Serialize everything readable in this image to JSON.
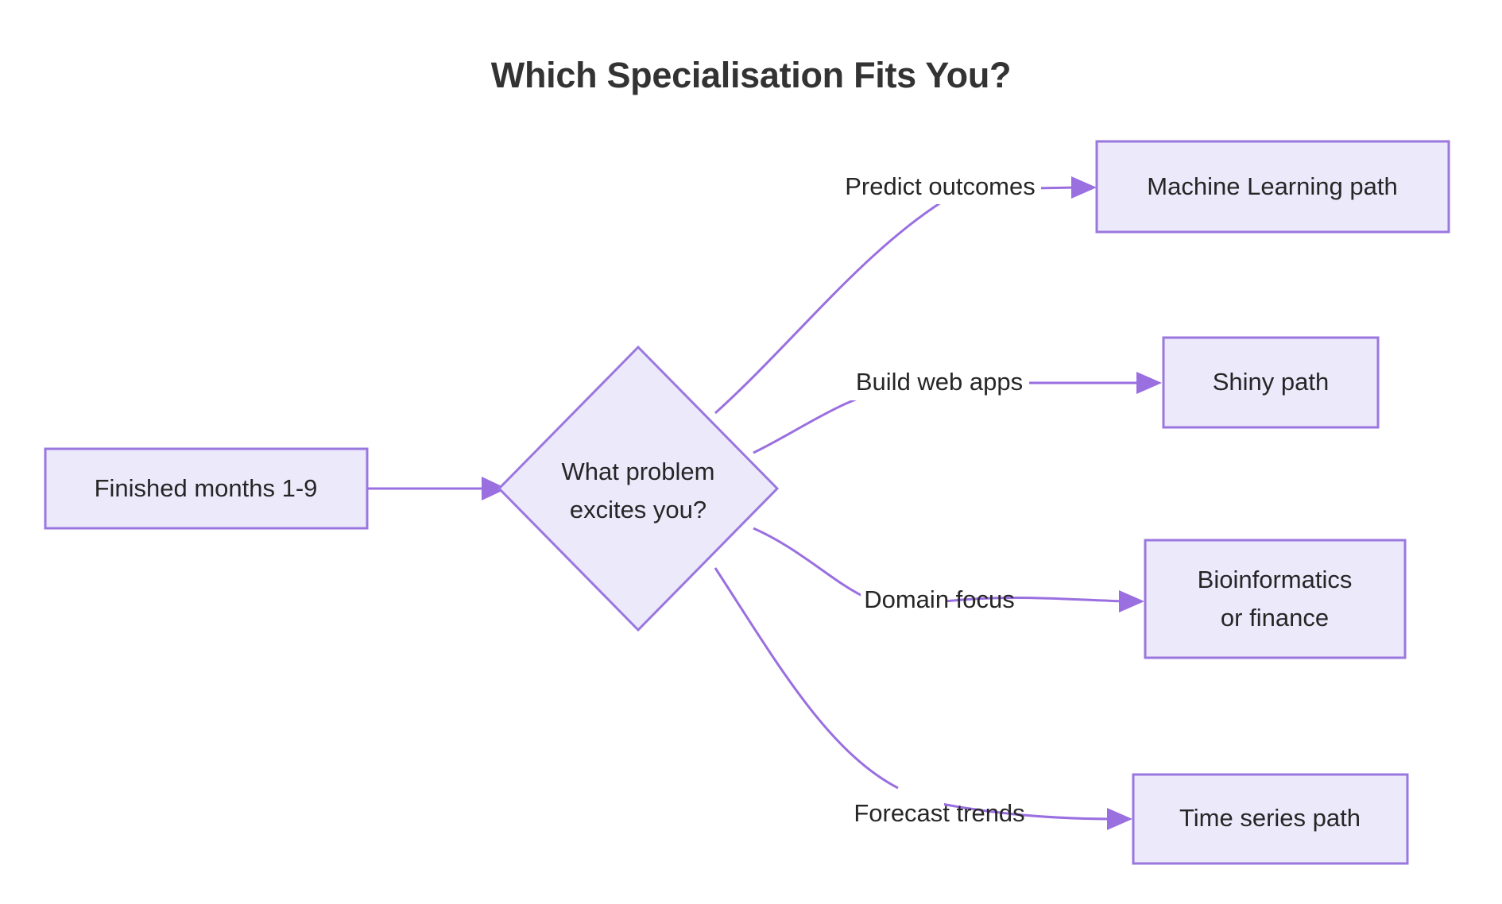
{
  "title": "Which Specialisation Fits You?",
  "colors": {
    "node_fill": "#ece9fb",
    "node_border": "#9a77df",
    "edge": "#9a6fe0",
    "text": "#262626",
    "title": "#333333",
    "background": "#ffffff"
  },
  "chart_data": {
    "type": "diagram",
    "diagram_kind": "flowchart",
    "direction": "left-to-right",
    "title": "Which Specialisation Fits You?",
    "nodes": [
      {
        "id": "start",
        "label": "Finished months 1-9",
        "shape": "rectangle"
      },
      {
        "id": "decide",
        "label": "What problem excites you?",
        "shape": "diamond"
      },
      {
        "id": "ml",
        "label": "Machine Learning path",
        "shape": "rectangle"
      },
      {
        "id": "shiny",
        "label": "Shiny path",
        "shape": "rectangle"
      },
      {
        "id": "bio",
        "label": "Bioinformatics or finance",
        "shape": "rectangle"
      },
      {
        "id": "ts",
        "label": "Time series path",
        "shape": "rectangle"
      }
    ],
    "edges": [
      {
        "from": "start",
        "to": "decide",
        "label": ""
      },
      {
        "from": "decide",
        "to": "ml",
        "label": "Predict outcomes"
      },
      {
        "from": "decide",
        "to": "shiny",
        "label": "Build web apps"
      },
      {
        "from": "decide",
        "to": "bio",
        "label": "Domain focus"
      },
      {
        "from": "decide",
        "to": "ts",
        "label": "Forecast trends"
      }
    ]
  },
  "nodes": {
    "start": {
      "label": "Finished months 1-9"
    },
    "decide": {
      "line1": "What problem",
      "line2": "excites you?"
    },
    "ml": {
      "label": "Machine Learning path"
    },
    "shiny": {
      "label": "Shiny path"
    },
    "bio": {
      "line1": "Bioinformatics",
      "line2": "or finance"
    },
    "ts": {
      "label": "Time series path"
    }
  },
  "edge_labels": {
    "predict": "Predict outcomes",
    "webapps": "Build web apps",
    "domain": "Domain focus",
    "forecast": "Forecast trends"
  }
}
